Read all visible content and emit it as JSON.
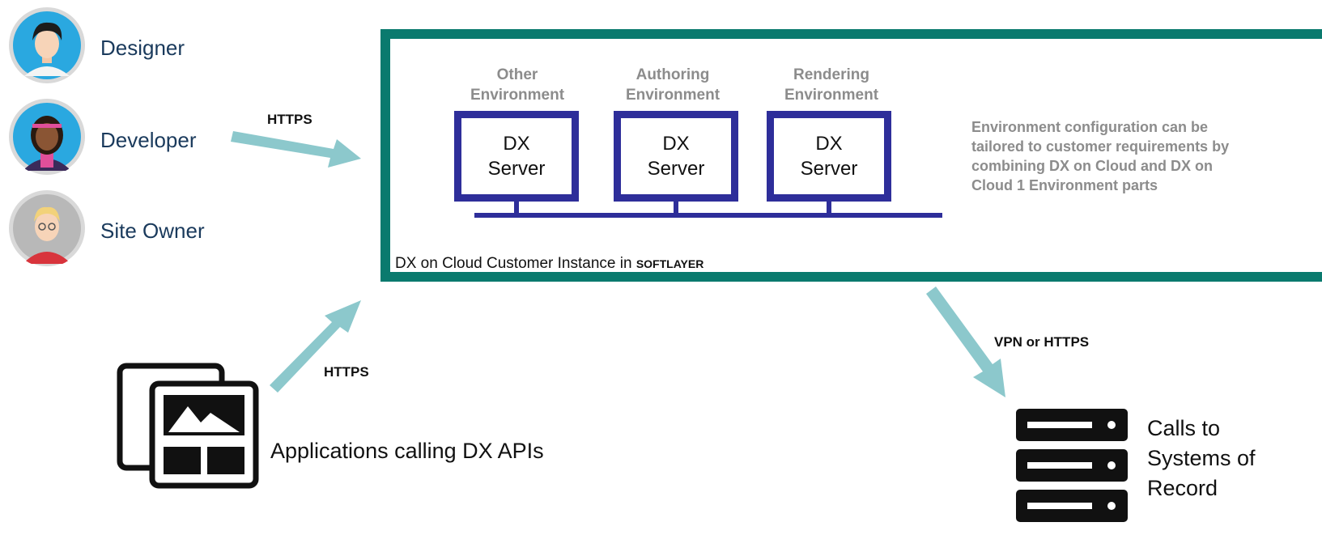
{
  "personas": [
    {
      "name": "Designer",
      "icon": "designer-avatar-icon"
    },
    {
      "name": "Developer",
      "icon": "developer-avatar-icon"
    },
    {
      "name": "Site Owner",
      "icon": "site-owner-avatar-icon"
    }
  ],
  "connections": {
    "personas_to_instance": "HTTPS",
    "apps_to_instance": "HTTPS",
    "instance_to_systems": "VPN or HTTPS"
  },
  "environments": [
    {
      "line1": "Other",
      "line2": "Environment",
      "server_line1": "DX",
      "server_line2": "Server"
    },
    {
      "line1": "Authoring",
      "line2": "Environment",
      "server_line1": "DX",
      "server_line2": "Server"
    },
    {
      "line1": "Rendering",
      "line2": "Environment",
      "server_line1": "DX",
      "server_line2": "Server"
    }
  ],
  "instance": {
    "label": "DX on Cloud Customer Instance in ",
    "provider": "SOFTLAYER",
    "note": "Environment configuration can be tailored to customer requirements by combining DX on Cloud and DX on Cloud 1 Environment parts"
  },
  "apps": {
    "label": "Applications calling DX APIs",
    "icon": "app-windows-icon"
  },
  "systems": {
    "line1": "Calls to",
    "line2": "Systems of",
    "line3": "Record",
    "icon": "server-rack-icon"
  },
  "colors": {
    "instance_border": "#0a7a6e",
    "server": "#2e2e9a",
    "arrow": "#8cc8cc",
    "muted_text": "#8c8c8c",
    "persona_text": "#1a3a5c"
  }
}
